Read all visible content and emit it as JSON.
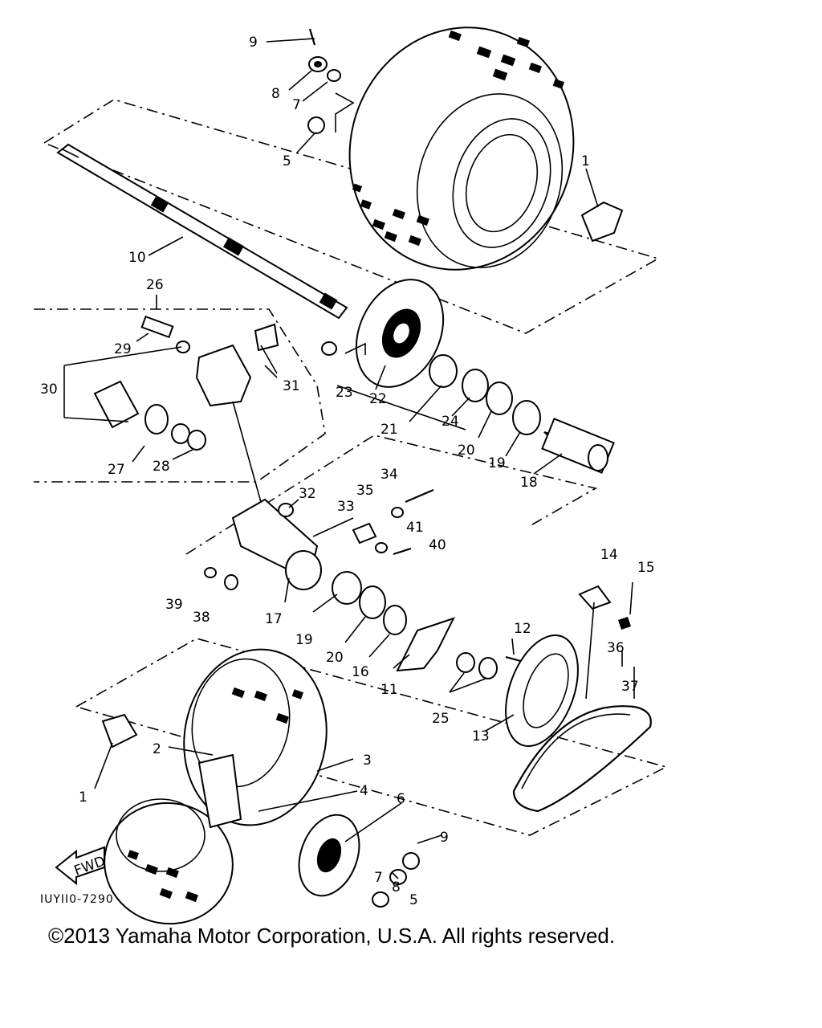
{
  "diagram": {
    "reference_code": "IUYII0-7290",
    "fwd_label": "FWD",
    "copyright": "©2013 Yamaha Motor Corporation, U.S.A. All rights reserved.",
    "labels": [
      "9",
      "8",
      "7",
      "5",
      "1",
      "10",
      "26",
      "29",
      "31",
      "30",
      "23",
      "22",
      "21",
      "24",
      "20",
      "19",
      "18",
      "27",
      "28",
      "32",
      "34",
      "35",
      "33",
      "41",
      "40",
      "39",
      "38",
      "17",
      "19",
      "20",
      "16",
      "11",
      "12",
      "14",
      "15",
      "36",
      "37",
      "25",
      "13",
      "2",
      "3",
      "1",
      "4",
      "6",
      "9",
      "7",
      "8",
      "5"
    ]
  }
}
